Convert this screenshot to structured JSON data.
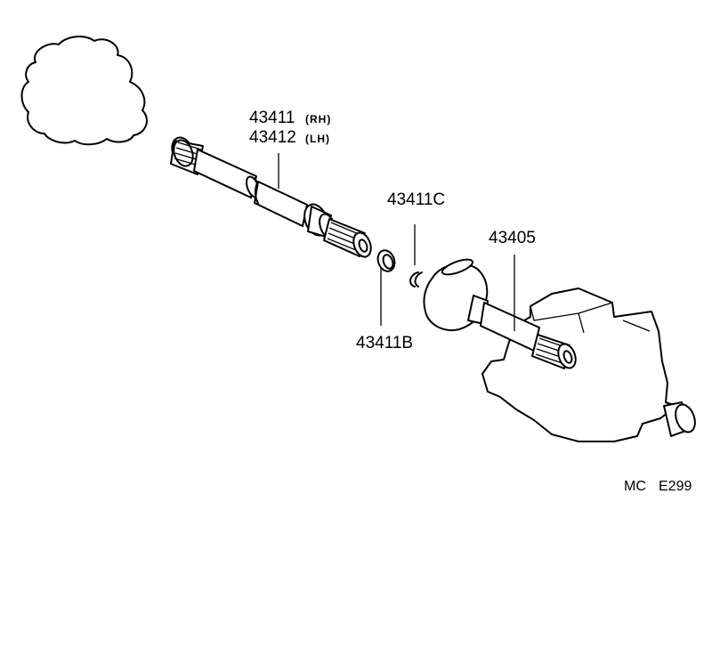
{
  "labels": {
    "shaft_rh_num": "43411",
    "shaft_rh_suffix": "(RH)",
    "shaft_lh_num": "43412",
    "shaft_lh_suffix": "(LH)",
    "snap_ring_c": "43411C",
    "snap_ring_b": "43411B",
    "outboard_joint": "43405"
  },
  "footer": {
    "code_prefix": "MC",
    "code": "E299"
  }
}
